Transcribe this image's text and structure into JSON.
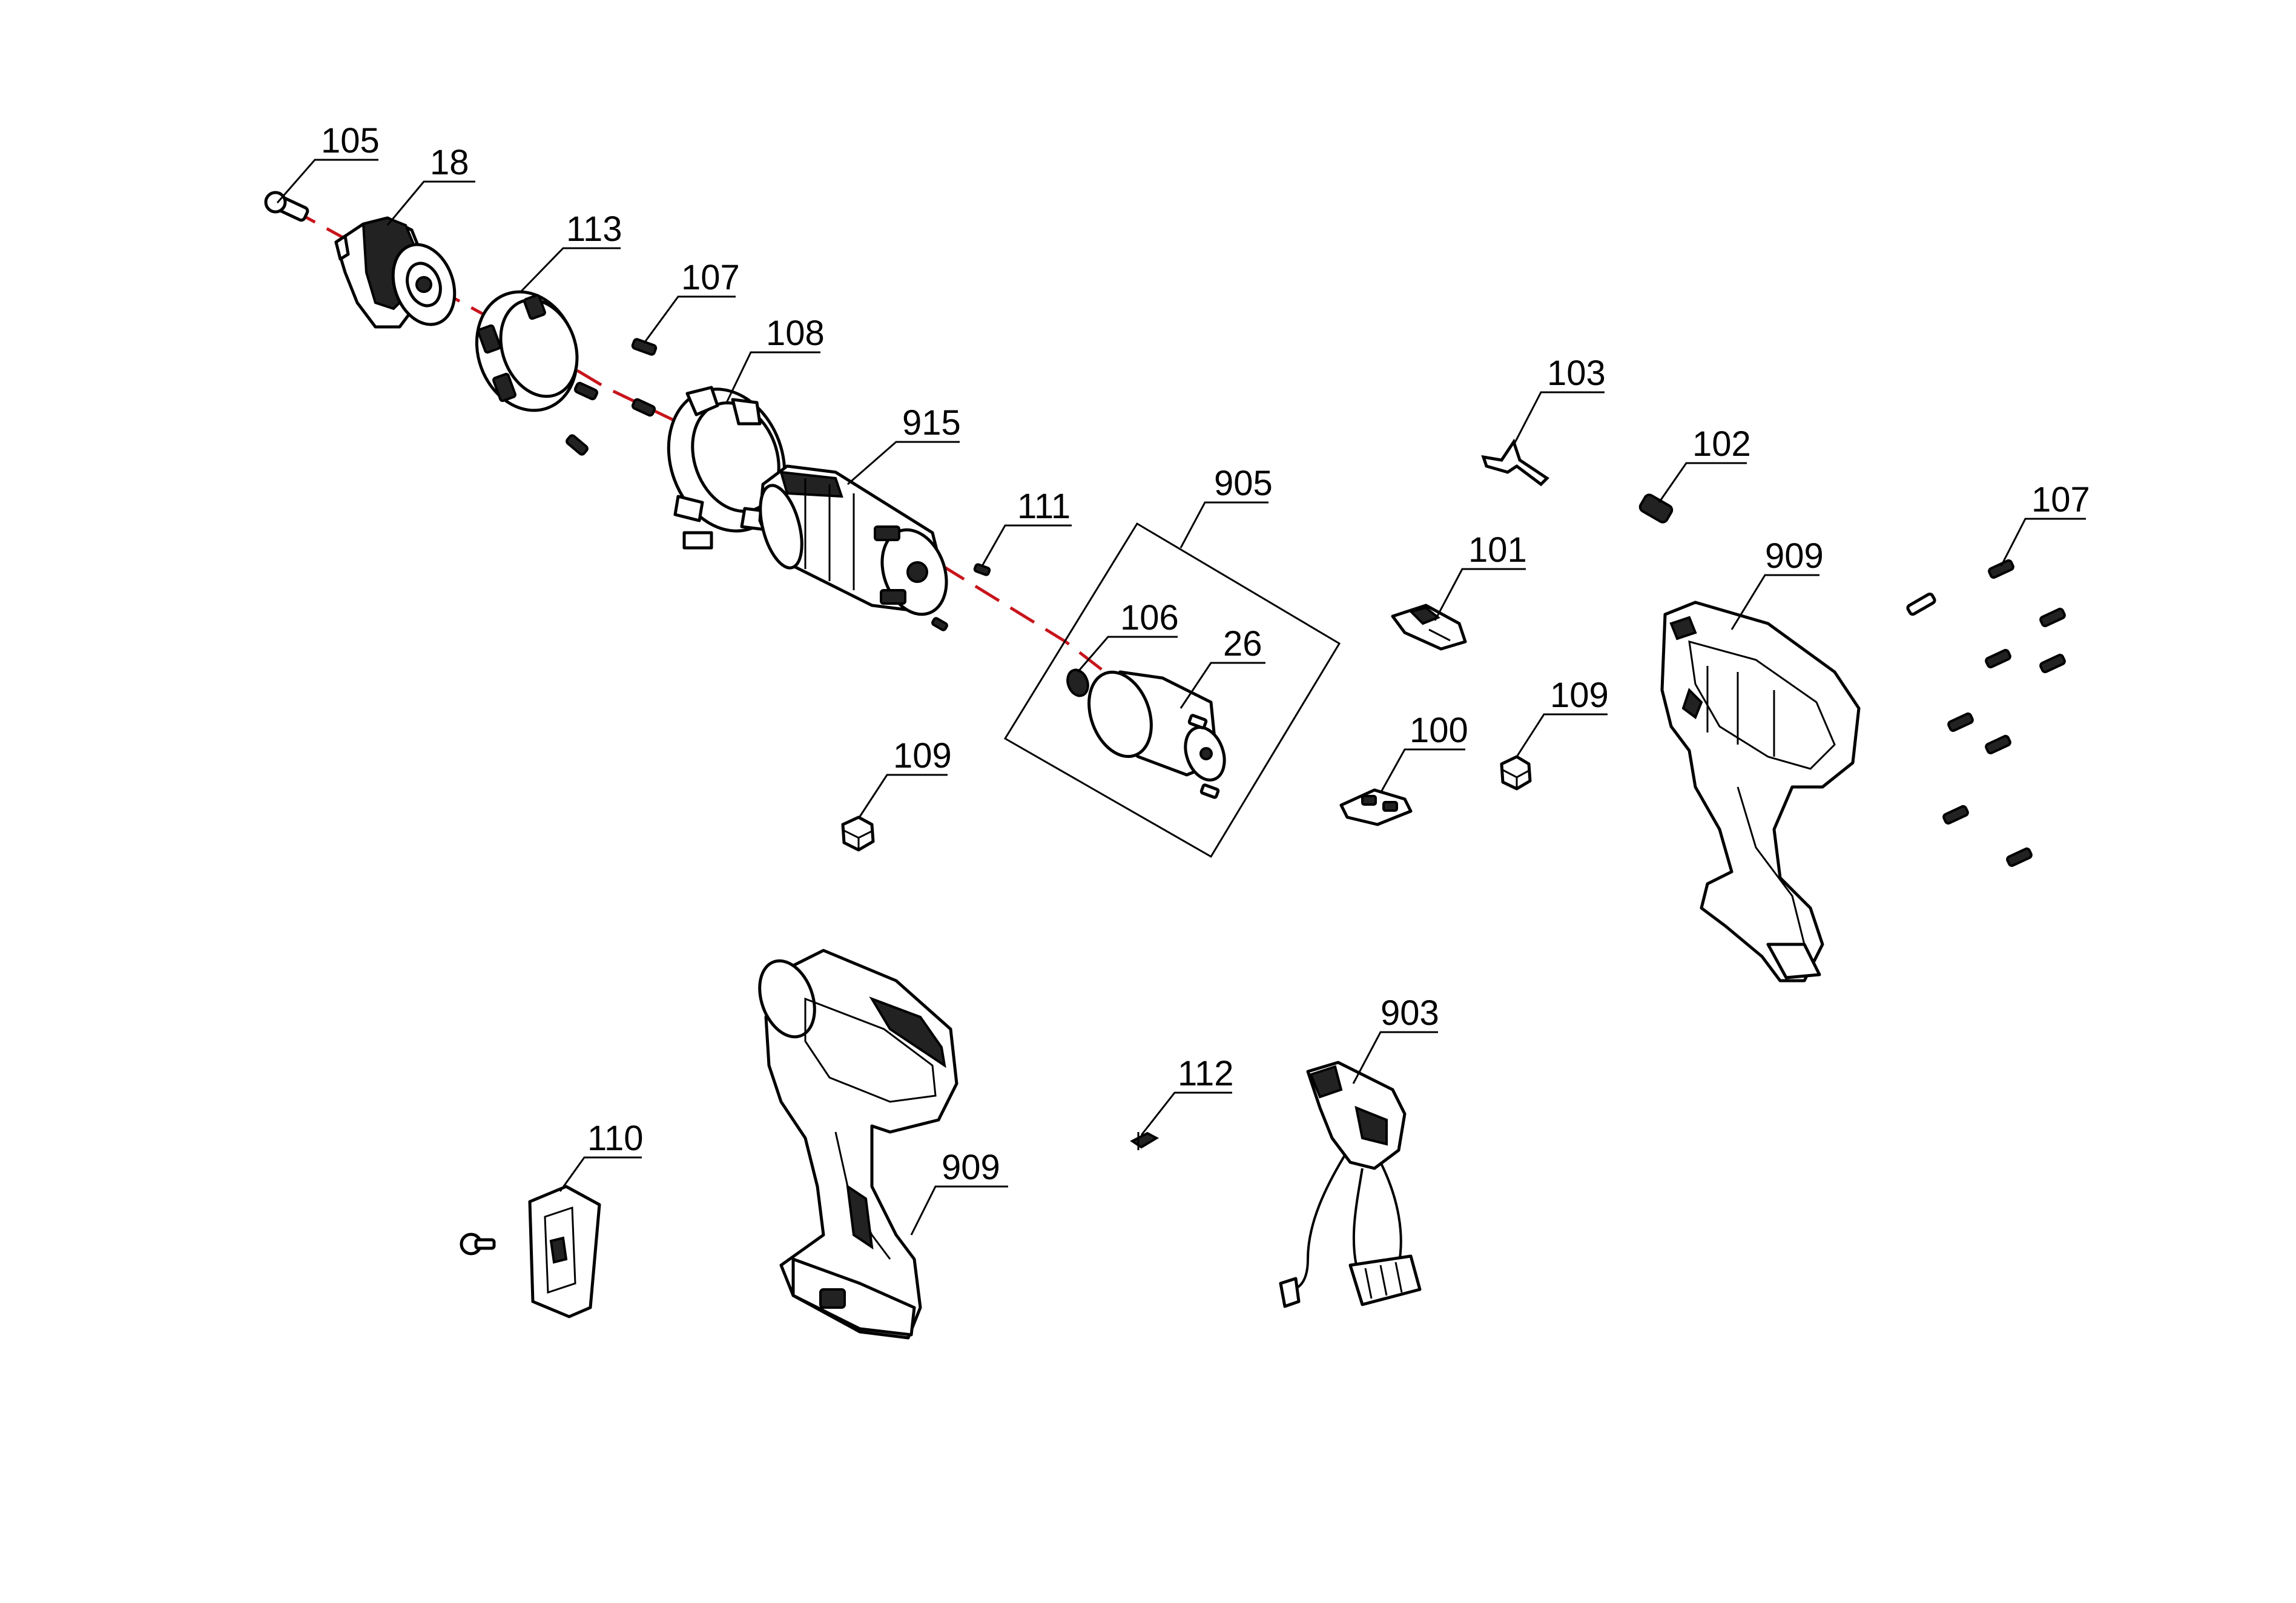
{
  "labels": {
    "l105": "105",
    "l18": "18",
    "l113": "113",
    "l107a": "107",
    "l108": "108",
    "l915": "915",
    "l111": "111",
    "l905": "905",
    "l106": "106",
    "l26": "26",
    "l109a": "109",
    "l103": "103",
    "l102": "102",
    "l101": "101",
    "l100": "100",
    "l109b": "109",
    "l909a": "909",
    "l107b": "107",
    "l903": "903",
    "l112": "112",
    "l110": "110",
    "l909b": "909"
  },
  "colors": {
    "assembly_axis": "#c8141c",
    "line": "#000000",
    "background": "#ffffff"
  }
}
